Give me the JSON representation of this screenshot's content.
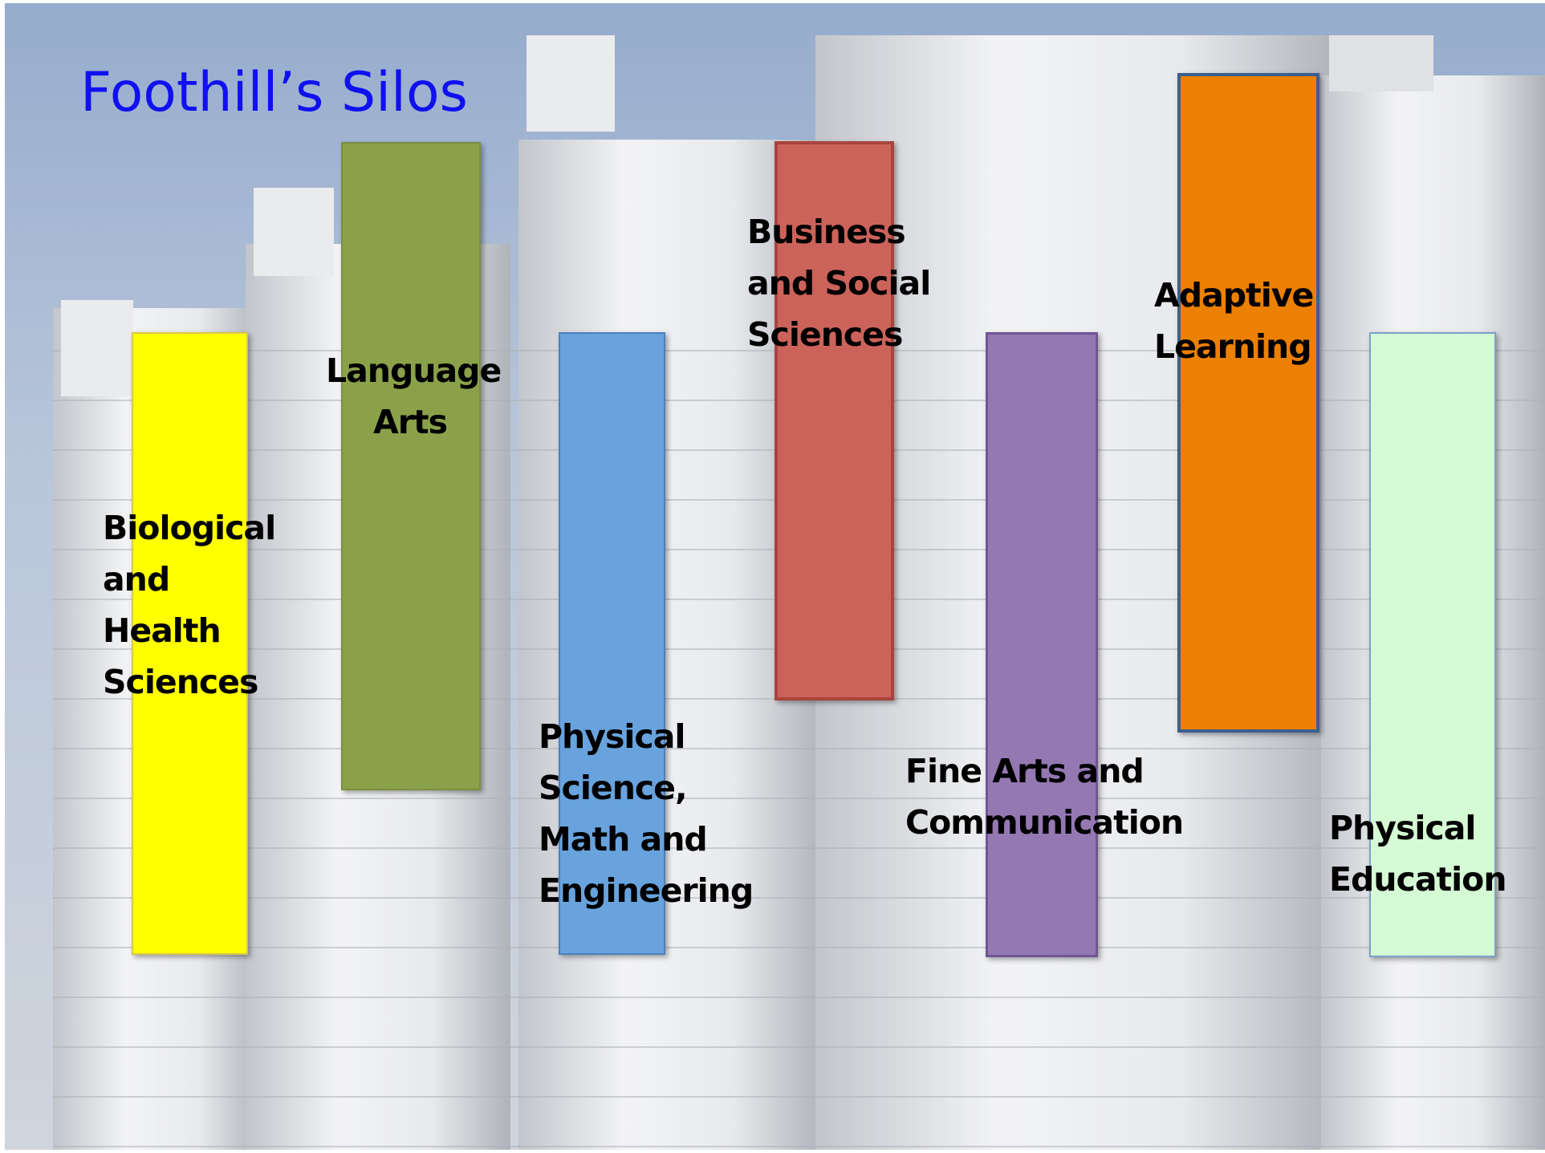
{
  "slide": {
    "title": "Foothill’s Silos",
    "title_color": "#1010f0"
  },
  "silos": [
    {
      "id": "bio",
      "label": "Biological\nand\nHealth\nSciences",
      "color": "#ffff00",
      "border": "#d8c84a"
    },
    {
      "id": "lang",
      "label": "Language\nArts",
      "color": "#8aa14a",
      "border": "#7a8f40"
    },
    {
      "id": "physsci",
      "label": "Physical\nScience,\nMath and\nEngineering",
      "color": "#68a3dd",
      "border": "#4d7fbf"
    },
    {
      "id": "bus",
      "label": "Business\nand Social\nSciences",
      "color": "#cc635b",
      "border": "#a8443d"
    },
    {
      "id": "finearts",
      "label": "Fine Arts and\nCommunication",
      "color": "#9478b2",
      "border": "#6f5593"
    },
    {
      "id": "adaptive",
      "label": "Adaptive\nLearning",
      "color": "#ec8002",
      "border": "#3d5f8f"
    },
    {
      "id": "pe",
      "label": "Physical\nEducation",
      "color": "#d4fbd4",
      "border": "#7aa1c9"
    }
  ]
}
